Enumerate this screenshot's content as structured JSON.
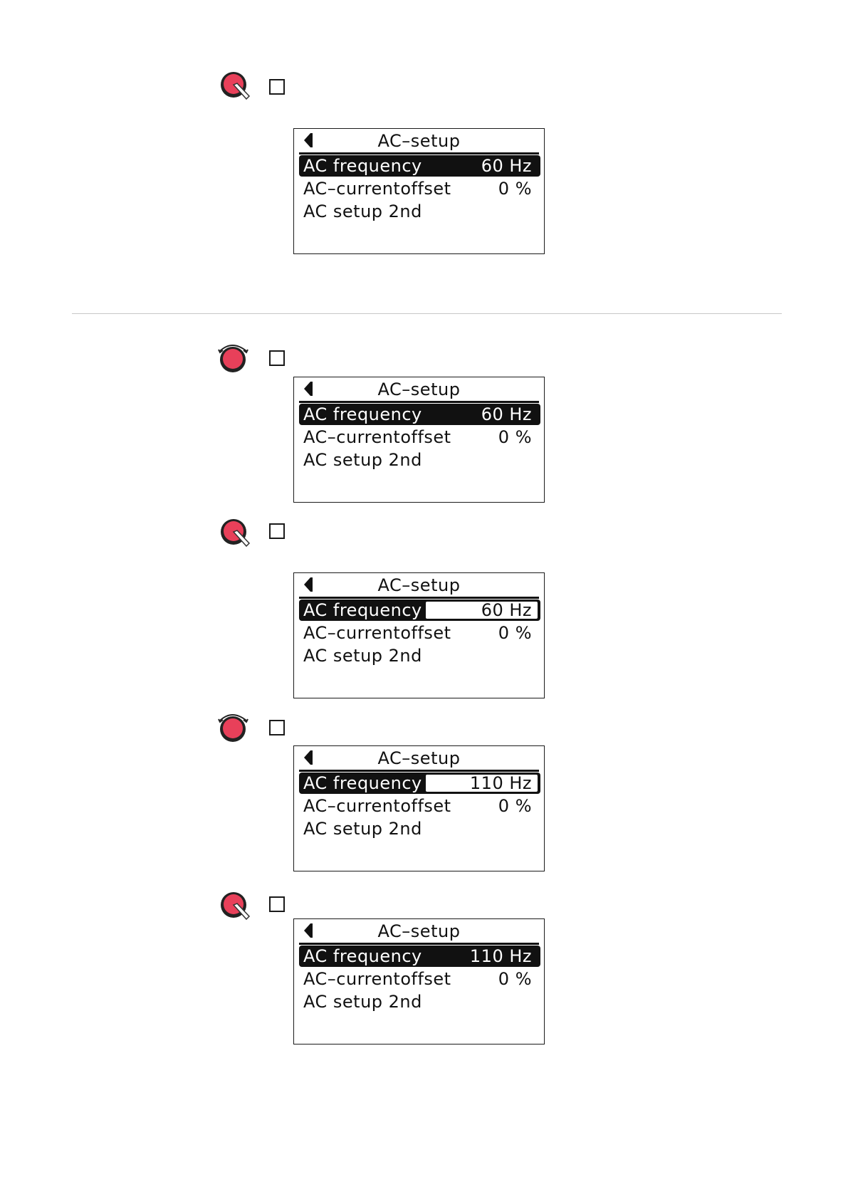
{
  "colors": {
    "knob_fill": "#e8405a",
    "knob_ring": "#222222",
    "lcd_bg": "#ffffff",
    "lcd_fg": "#111111"
  },
  "icons": {
    "press": "knob-press-icon",
    "turn": "knob-turn-icon",
    "back": "back-arrow-icon"
  },
  "steps": [
    {
      "icon": "knob-press-icon",
      "screen": {
        "title": "AC–setup",
        "items": [
          {
            "label": "AC frequency",
            "value": "60 Hz",
            "state": "selected"
          },
          {
            "label": "AC–currentoffset",
            "value": "0 %",
            "state": "normal"
          },
          {
            "label": "AC setup 2nd",
            "value": "",
            "state": "normal"
          }
        ]
      }
    },
    {
      "icon": "knob-turn-icon",
      "screen": {
        "title": "AC–setup",
        "items": [
          {
            "label": "AC frequency",
            "value": "60 Hz",
            "state": "selected"
          },
          {
            "label": "AC–currentoffset",
            "value": "0 %",
            "state": "normal"
          },
          {
            "label": "AC setup 2nd",
            "value": "",
            "state": "normal"
          }
        ]
      }
    },
    {
      "icon": "knob-press-icon",
      "screen": {
        "title": "AC–setup",
        "items": [
          {
            "label": "AC frequency",
            "value": "60 Hz",
            "state": "editing"
          },
          {
            "label": "AC–currentoffset",
            "value": "0 %",
            "state": "normal"
          },
          {
            "label": "AC setup 2nd",
            "value": "",
            "state": "normal"
          }
        ]
      }
    },
    {
      "icon": "knob-turn-icon",
      "screen": {
        "title": "AC–setup",
        "items": [
          {
            "label": "AC frequency",
            "value": "110 Hz",
            "state": "editing"
          },
          {
            "label": "AC–currentoffset",
            "value": "0 %",
            "state": "normal"
          },
          {
            "label": "AC setup 2nd",
            "value": "",
            "state": "normal"
          }
        ]
      }
    },
    {
      "icon": "knob-press-icon",
      "screen": {
        "title": "AC–setup",
        "items": [
          {
            "label": "AC frequency",
            "value": "110 Hz",
            "state": "selected"
          },
          {
            "label": "AC–currentoffset",
            "value": "0 %",
            "state": "normal"
          },
          {
            "label": "AC setup 2nd",
            "value": "",
            "state": "normal"
          }
        ]
      }
    }
  ]
}
